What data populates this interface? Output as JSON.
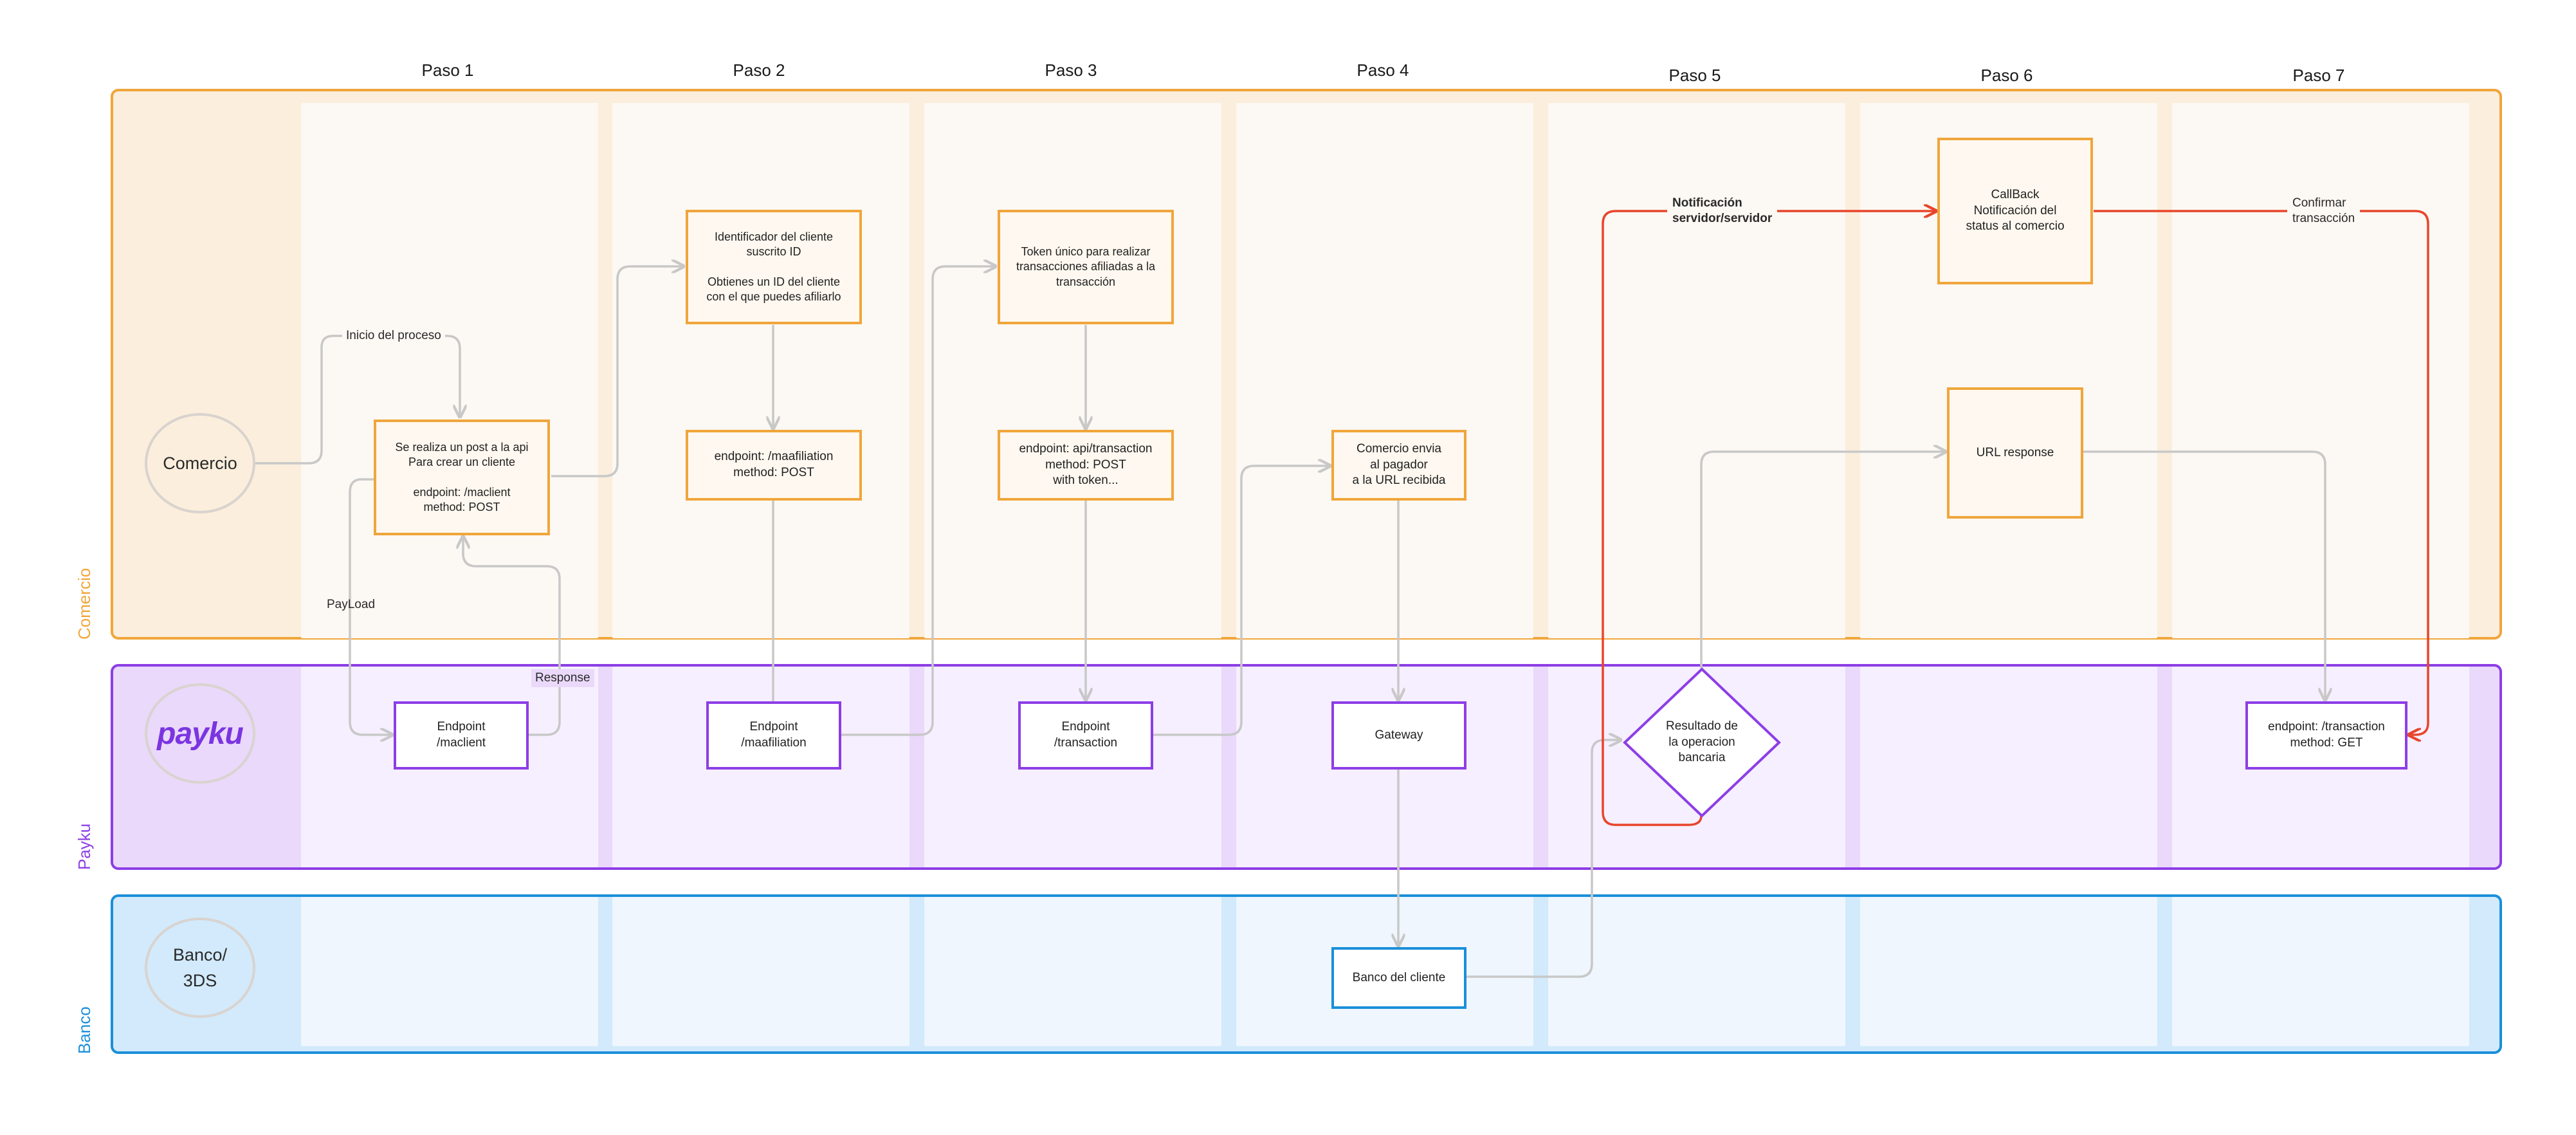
{
  "steps": [
    "Paso 1",
    "Paso 2",
    "Paso 3",
    "Paso 4",
    "Paso 5",
    "Paso 6",
    "Paso 7"
  ],
  "lanes": {
    "comercio": {
      "label": "Comercio",
      "actor": "Comercio",
      "color": "#f0a63b"
    },
    "payku": {
      "label": "Payku",
      "logo_text": "payku",
      "color": "#8d3ee6"
    },
    "banco": {
      "label": "Banco",
      "actor": "Banco/\n3DS",
      "color": "#1a8fd9"
    }
  },
  "boxes": {
    "post_api": "Se realiza un post a la api\nPara crear un cliente\n\nendpoint: /maclient\nmethod: POST",
    "client_id": "Identificador del cliente\nsuscrito ID\n\nObtienes un ID del cliente\ncon el que puedes afiliarlo",
    "maafiliation_method": "endpoint: /maafiliation\nmethod: POST",
    "token": "Token único para realizar\ntransacciones afiliadas a la\ntransacción",
    "transaction_method": "endpoint: api/transaction\nmethod: POST\nwith token...",
    "comercio_envia": "Comercio envia\nal pagador\na la URL recibida",
    "callback": "CallBack\nNotificación del\nstatus al comercio",
    "url_response": "URL response",
    "endpoint_maclient": "Endpoint\n/maclient",
    "endpoint_maafiliation": "Endpoint\n/maafiliation",
    "endpoint_transaction": "Endpoint\n/transaction",
    "gateway": "Gateway",
    "resultado": "Resultado de\nla operacion\nbancaria",
    "get_transaction": "endpoint: /transaction\nmethod: GET",
    "banco_cliente": "Banco del cliente"
  },
  "labels": {
    "inicio": "Inicio del proceso",
    "payload": "PayLoad",
    "response": "Response",
    "notificacion": "Notificación\nservidor/servidor",
    "confirmar": "Confirmar\ntransacción"
  },
  "colors": {
    "arrow_gray": "#c8c8c8",
    "arrow_red": "#e8452c"
  }
}
